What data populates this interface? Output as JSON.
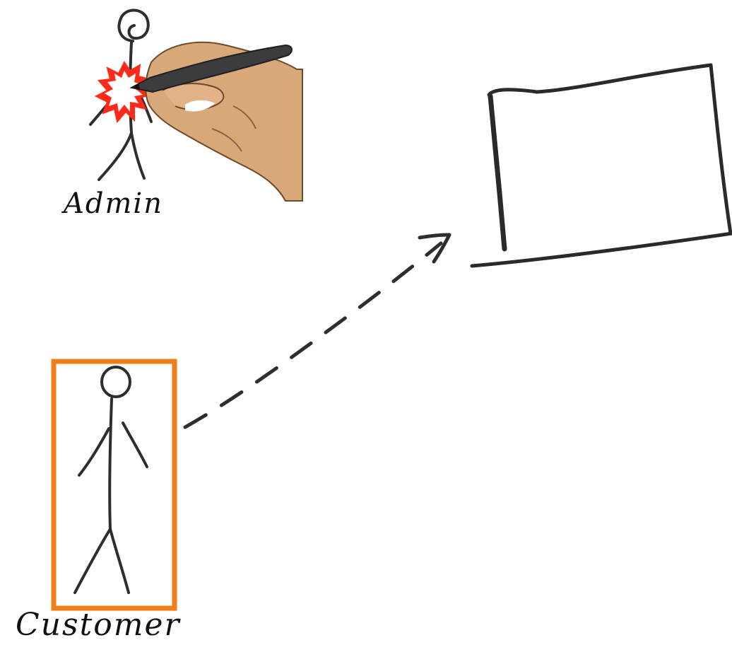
{
  "actors": {
    "admin": {
      "label": "Admin"
    },
    "customer": {
      "label": "Customer"
    }
  },
  "colors": {
    "ink": "#2e2e2e",
    "highlight": "#f07f1a",
    "burst_fill": "#ff2a1a",
    "hand_skin": "#d9a878",
    "pen": "#3a3c3e"
  },
  "icons": {
    "hand": "drawing-hand-icon",
    "burst": "starburst-icon",
    "screen": "sketched-screen",
    "arrow": "dashed-arrow"
  }
}
